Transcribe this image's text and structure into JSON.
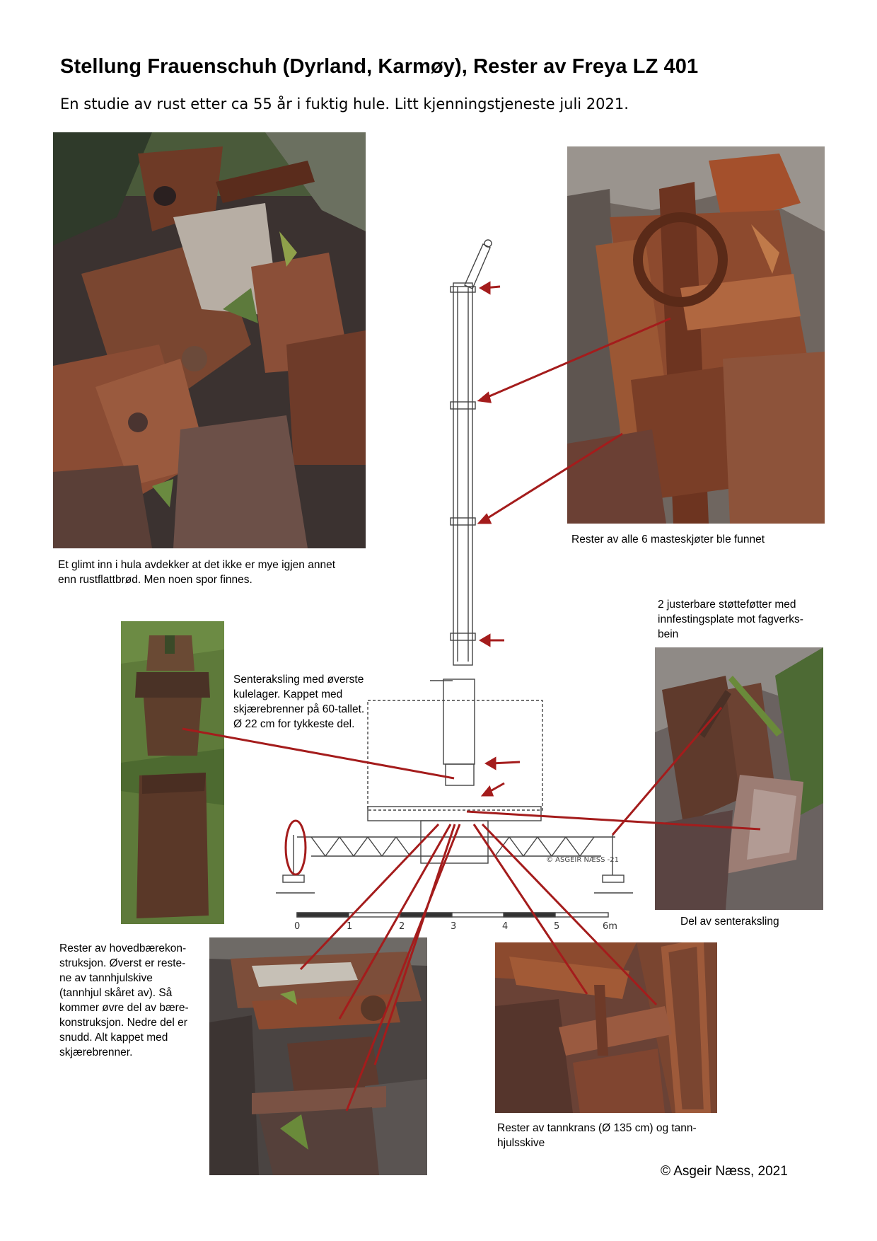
{
  "title": "Stellung Frauenschuh (Dyrland, Karmøy), Rester av Freya LZ 401",
  "subtitle": "En studie av rust etter ca 55 år i fuktig hule. Litt kjenningstjeneste juli 2021.",
  "captions": {
    "cave": [
      "Et glimt inn i hula avdekker at det ikke er mye igjen annet",
      "enn rustflattbrød. Men noen spor finnes."
    ],
    "mast_joints": [
      "Rester av alle 6 masteskjøter ble funnet"
    ],
    "support_feet": [
      "2 justerbare støtteføtter med",
      "innfestingsplate mot fagverks-",
      "bein"
    ],
    "center_shaft": [
      "Senteraksling med øverste",
      "kulelager. Kappet med",
      "skjærebrenner på 60-tallet.",
      "Ø 22 cm for tykkeste del."
    ],
    "shaft_part": [
      "Del av senteraksling"
    ],
    "main_structure": [
      "Rester av hovedbærekon-",
      "struksjon. Øverst er reste-",
      "ne av tannhjulskive",
      "(tannhjul skåret av). Så",
      "kommer øvre del av bære-",
      "konstruksjon. Nedre del er",
      "snudd. Alt kappet med",
      "skjærebrenner."
    ],
    "gear_ring": [
      "Rester av tannkrans (Ø 135 cm) og tann-",
      "hjulsskive"
    ]
  },
  "drawing": {
    "scale_labels": [
      "0",
      "1",
      "2",
      "3",
      "4",
      "5",
      "6m"
    ],
    "signature": "© ASGEIR NÆSS -21"
  },
  "credit": "© Asgeir Næss, 2021",
  "colors": {
    "arrow": "#a41c1c",
    "rust": "#7a3a20",
    "rock": "#5b4a44"
  }
}
